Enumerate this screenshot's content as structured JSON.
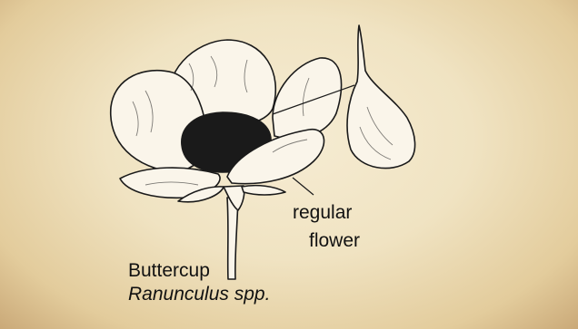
{
  "labels": {
    "regular": "regular",
    "flower": "flower",
    "common_name": "Buttercup",
    "scientific_name": "Ranunculus spp."
  },
  "colors": {
    "background": "#f0e3c2",
    "ink": "#1a1a1a",
    "petal_fill": "#faf5ea",
    "center": "#1a1a1a"
  }
}
